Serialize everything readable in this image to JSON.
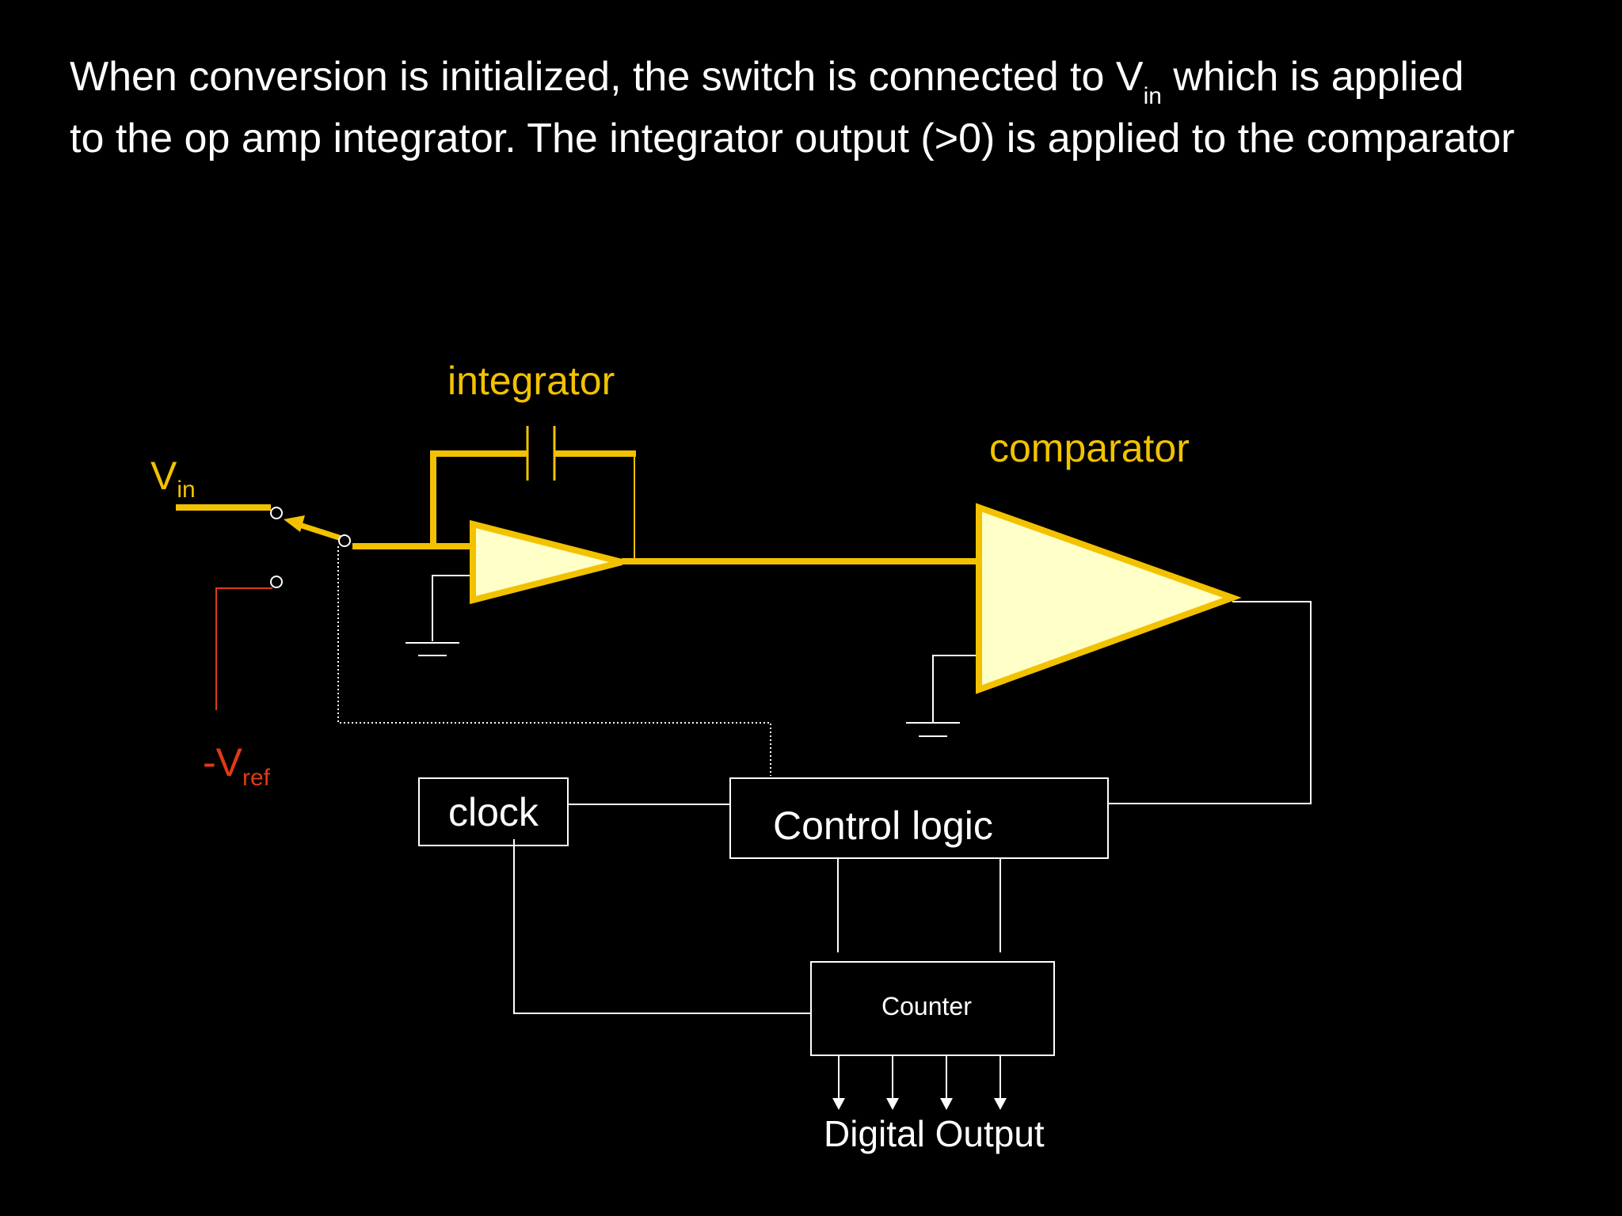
{
  "caption": {
    "line1_before": "When conversion is initialized, the switch is connected to V",
    "line1_sub": "in",
    "line1_after": " which is applied",
    "line2": "to the op amp integrator. The integrator output (>0) is applied to the comparator"
  },
  "diagram": {
    "integrator_label": "integrator",
    "comparator_label": "comparator",
    "vin": {
      "main": "V",
      "sub": "in"
    },
    "vref": {
      "main": "-V",
      "sub": "ref"
    },
    "clock_label": "clock",
    "control_logic_label": "Control logic",
    "counter_label": "Counter",
    "digital_output_label": "Digital Output"
  },
  "colors": {
    "background": "#000000",
    "active_wire": "#f2c200",
    "amp_fill": "#ffffc8",
    "vref_wire": "#e03a14",
    "logic_wire": "#ffffff"
  }
}
